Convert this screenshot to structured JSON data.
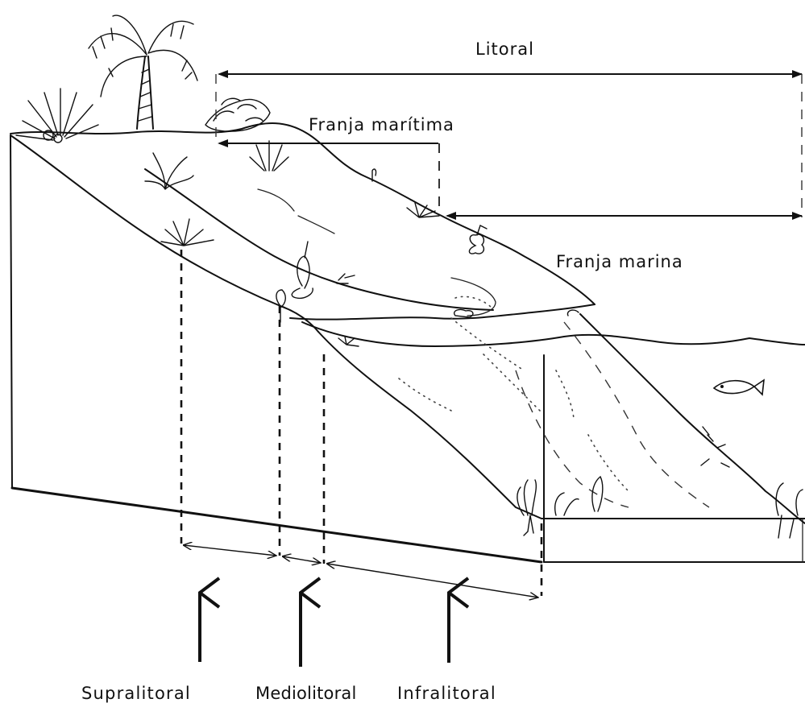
{
  "labels": {
    "litoral": "Litoral",
    "franja_maritima": "Franja marítima",
    "franja_marina": "Franja marina"
  },
  "zones": [
    {
      "id": "supralitoral",
      "label": "Supralitoral"
    },
    {
      "id": "mediolitoral",
      "label": "Mediolitoral"
    },
    {
      "id": "infralitoral",
      "label": "Infralitoral"
    }
  ],
  "colors": {
    "ink": "#111111",
    "background": "#ffffff"
  }
}
